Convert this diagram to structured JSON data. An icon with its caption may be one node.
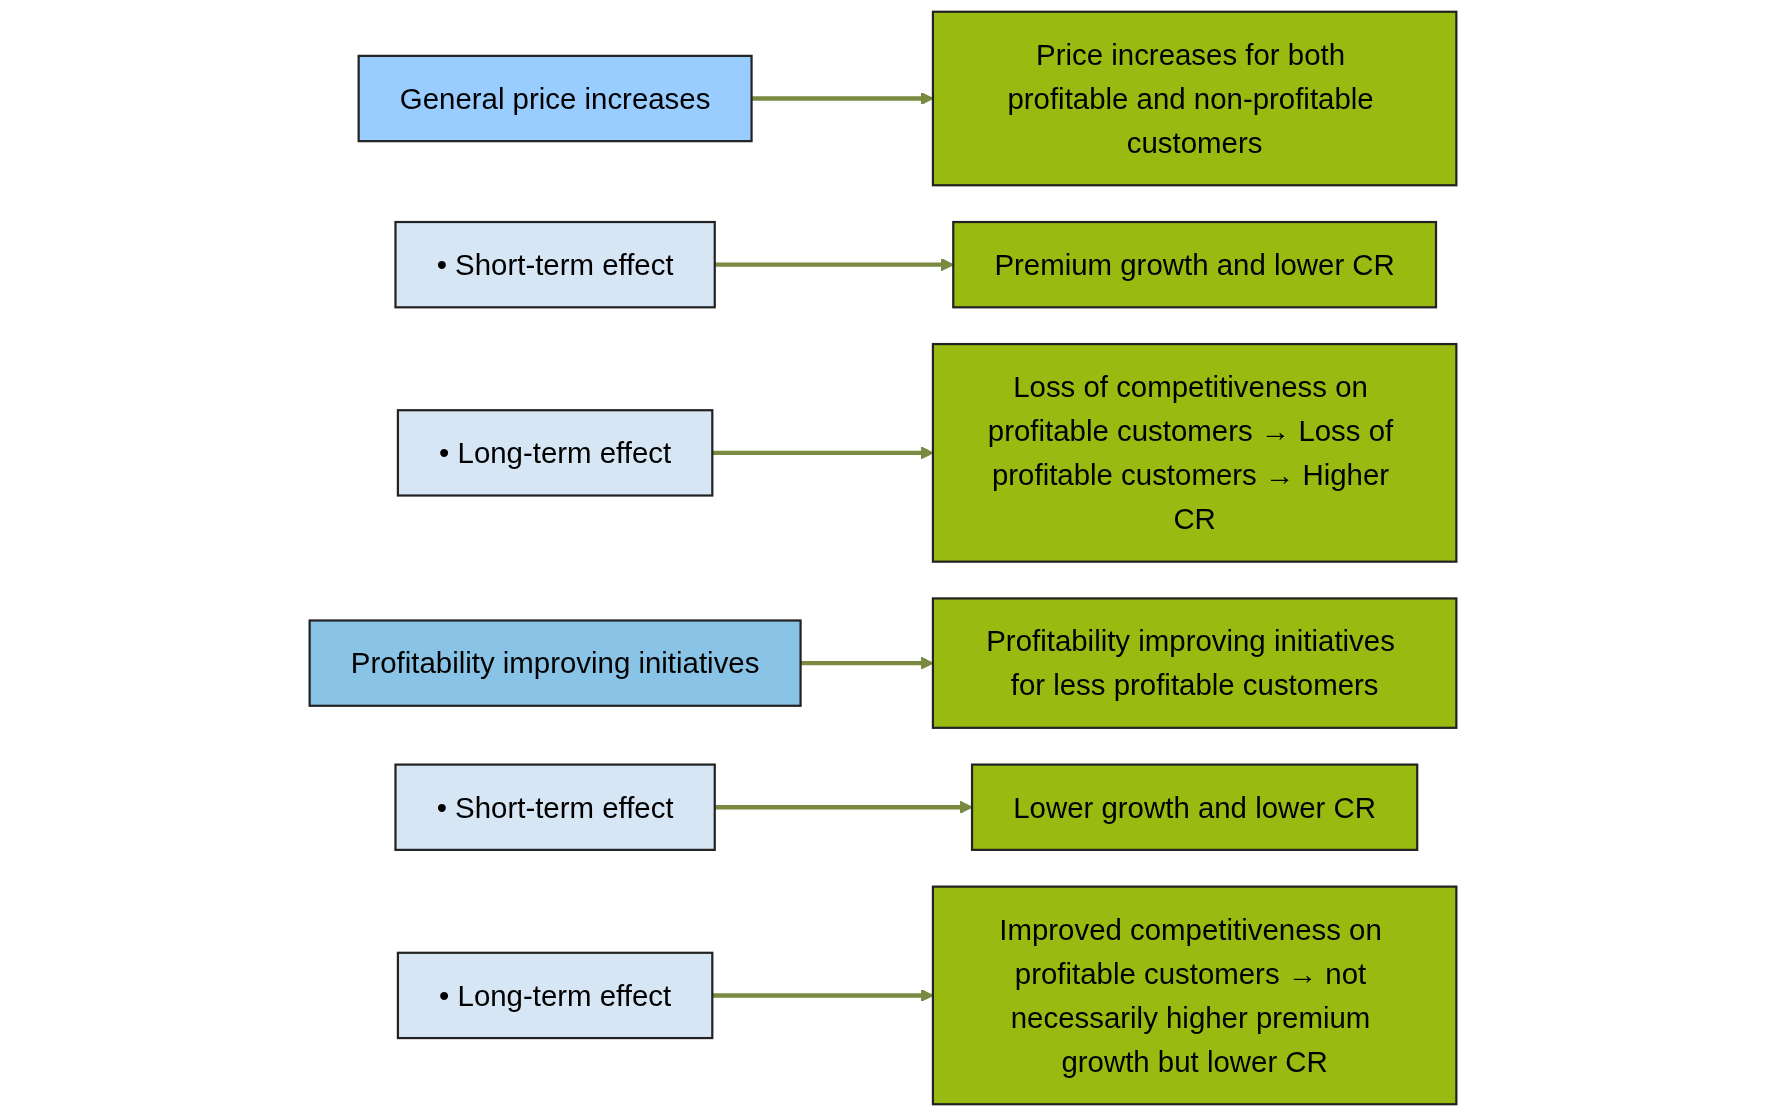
{
  "diagram": {
    "nodes": [
      {
        "text": [
          "General price increases"
        ]
      },
      {
        "text": [
          "Price increases for both profitable and non-profitable customers"
        ]
      },
      {
        "text": [
          "• Short-term effect"
        ]
      },
      {
        "text": [
          "Premium growth and lower CR"
        ]
      },
      {
        "text": [
          "• Long-term effect"
        ]
      },
      {
        "text": [
          "Loss of competitiveness on profitable customers → Loss of profitable customers → Higher CR"
        ]
      },
      {
        "text": [
          "Profitability improving initiatives"
        ]
      },
      {
        "text": [
          "Profitability improving initiatives for less profitable customers"
        ]
      },
      {
        "text": [
          "• Short-term effect"
        ]
      },
      {
        "text": [
          "Lower growth and lower CR"
        ]
      },
      {
        "text": [
          "• Long-term effect"
        ]
      },
      {
        "text": [
          "Improved competitiveness on profitable customers → not necessarily higher premium growth but lower CR"
        ]
      }
    ],
    "edges": [
      {
        "from": 0,
        "to": 1,
        "arrow": "to"
      },
      {
        "from": 2,
        "to": 3,
        "arrow": "to"
      },
      {
        "from": 4,
        "to": 5,
        "arrow": "to"
      },
      {
        "from": 6,
        "to": 7,
        "arrow": "to"
      },
      {
        "from": 8,
        "to": 9,
        "arrow": "to"
      },
      {
        "from": 10,
        "to": 11,
        "arrow": "to"
      }
    ]
  }
}
